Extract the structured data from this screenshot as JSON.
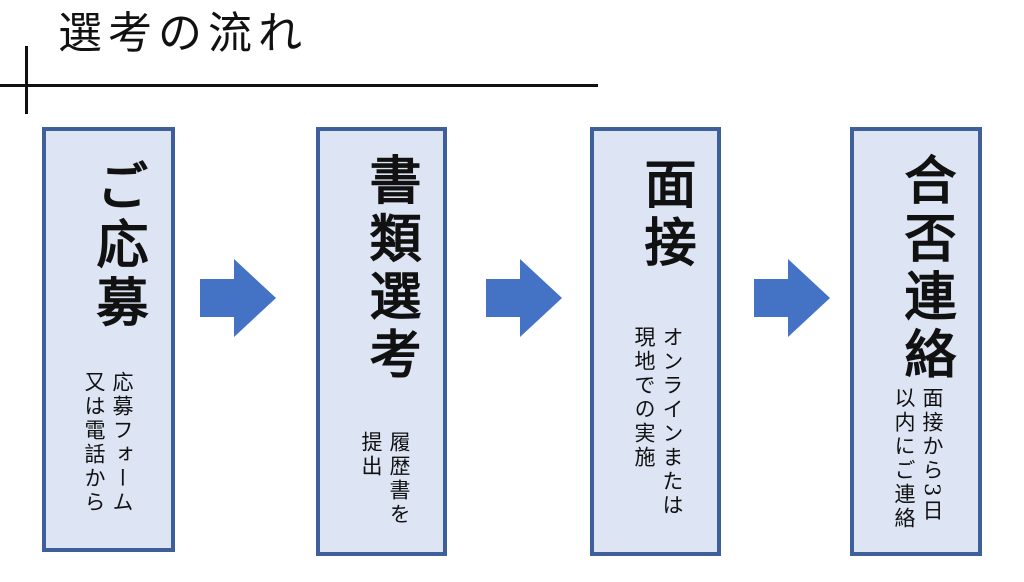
{
  "title": "選考の流れ",
  "colors": {
    "box_fill": "#dde4f3",
    "box_border": "#3f5f9a",
    "arrow": "#4472c4"
  },
  "steps": [
    {
      "heading": "ご応募",
      "detail": "応募フォーム\n又は電話から"
    },
    {
      "heading": "書類選考",
      "detail": "履歴書を\n提出"
    },
    {
      "heading": "面接",
      "detail": "オンラインまたは\n現地での実施"
    },
    {
      "heading": "合否連絡",
      "detail": "面接から3日\n以内にご連絡"
    }
  ]
}
